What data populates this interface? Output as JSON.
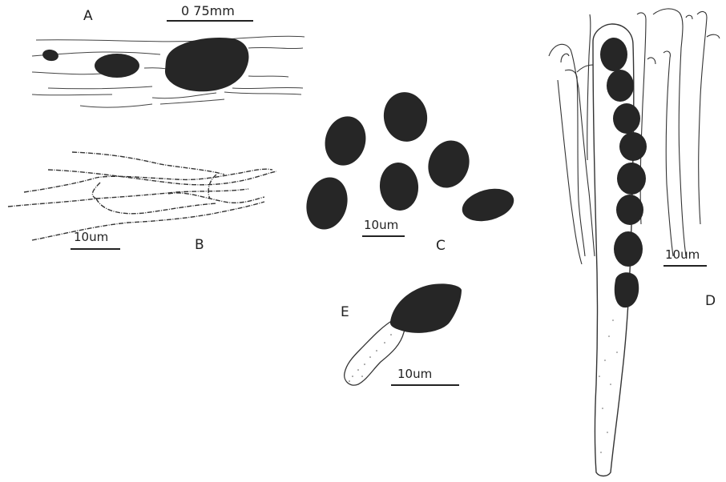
{
  "panels": [
    {
      "id": "A",
      "label": "A",
      "scale_text": "0 75mm"
    },
    {
      "id": "B",
      "label": "B",
      "scale_text": "10um"
    },
    {
      "id": "C",
      "label": "C",
      "scale_text": "10um"
    },
    {
      "id": "D",
      "label": "D",
      "scale_text": "10um"
    },
    {
      "id": "E",
      "label": "E",
      "scale_text": "10um"
    }
  ],
  "colors": {
    "ink": "#262626",
    "line": "#333333",
    "paper": "#ffffff"
  }
}
